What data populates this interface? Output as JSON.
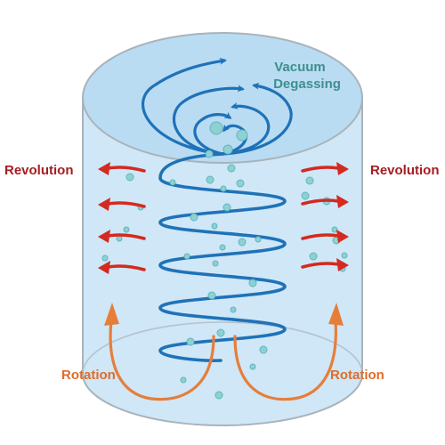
{
  "labels": {
    "vacuum_line1": "Vacuum",
    "vacuum_line2": "Degassing",
    "revolution_left": "Revolution",
    "revolution_right": "Revolution",
    "rotation_left": "Rotation",
    "rotation_right": "Rotation"
  },
  "colors": {
    "cylinder_fill": "#cfe7f7",
    "cylinder_top": "#b9dcf3",
    "cylinder_stroke": "#a9b3bb",
    "spiral": "#1f72b8",
    "bubble": "#8fd0d3",
    "bubble_stroke": "#5fb6bc",
    "revolution_arrow": "#d42a1f",
    "revolution_text": "#a51d22",
    "rotation_arrow": "#e67e3a",
    "rotation_text": "#e06d2a",
    "vacuum_text": "#3f8f8f"
  },
  "icons": {
    "vortex": "spiral-vortex-icon",
    "revolution": "arrow-icon",
    "rotation": "curved-arrow-icon"
  }
}
